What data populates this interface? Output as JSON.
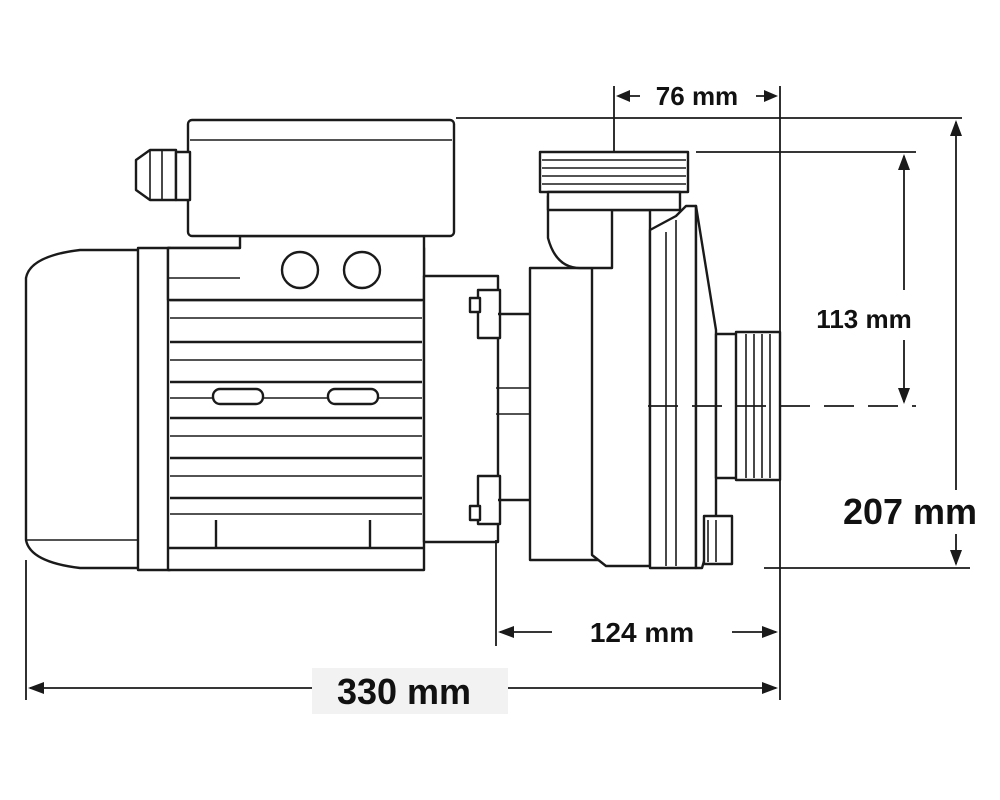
{
  "dimensions": {
    "outlet_width": "76 mm",
    "outlet_height": "113 mm",
    "total_height": "207 mm",
    "pump_head_length": "124 mm",
    "total_length": "330 mm"
  },
  "colors": {
    "line": "#1a1a1a",
    "label_box": "#f2f2f2"
  }
}
